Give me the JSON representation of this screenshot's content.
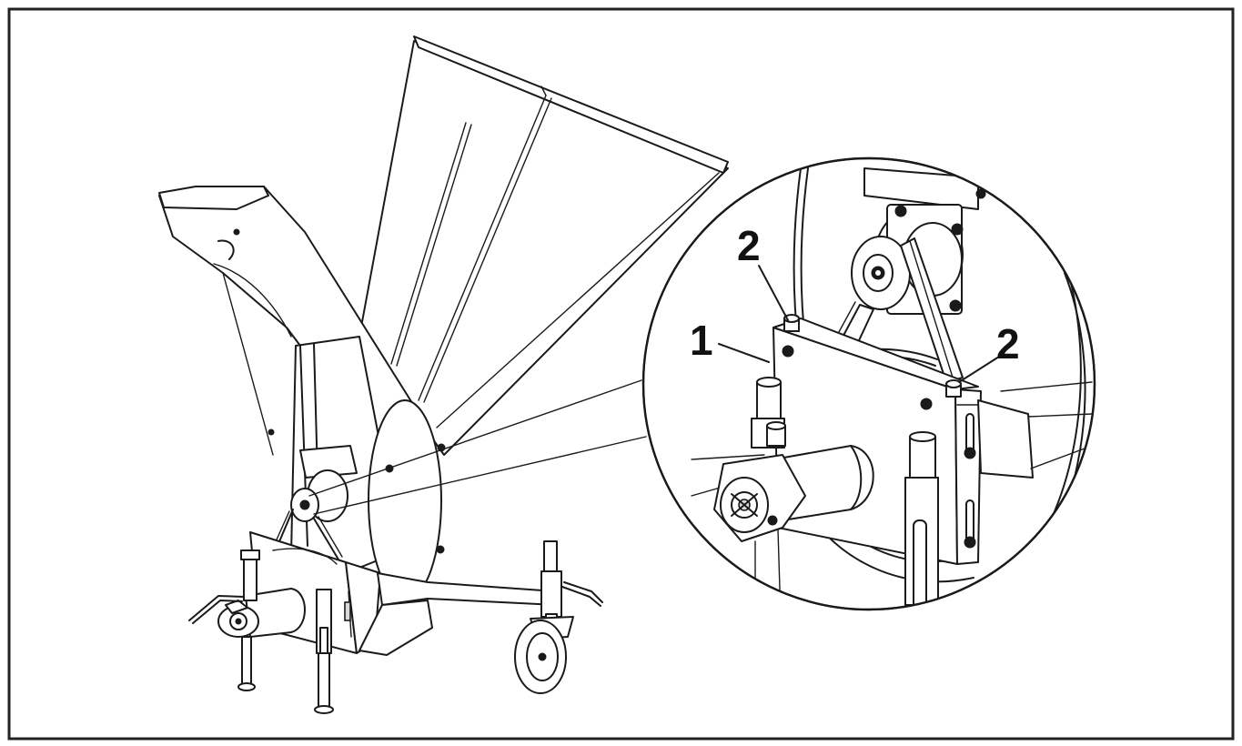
{
  "diagram": {
    "callouts": [
      {
        "id": "callout-1",
        "label": "1"
      },
      {
        "id": "callout-2-left",
        "label": "2"
      },
      {
        "id": "callout-2-right",
        "label": "2"
      }
    ]
  },
  "colors": {
    "line": "#1a1a1a",
    "background": "#ffffff",
    "frame": "#222222"
  },
  "icons": [
    "wood-chipper-illustration",
    "detail-magnifier-circle",
    "belt-pulley",
    "adjustment-bolt"
  ]
}
